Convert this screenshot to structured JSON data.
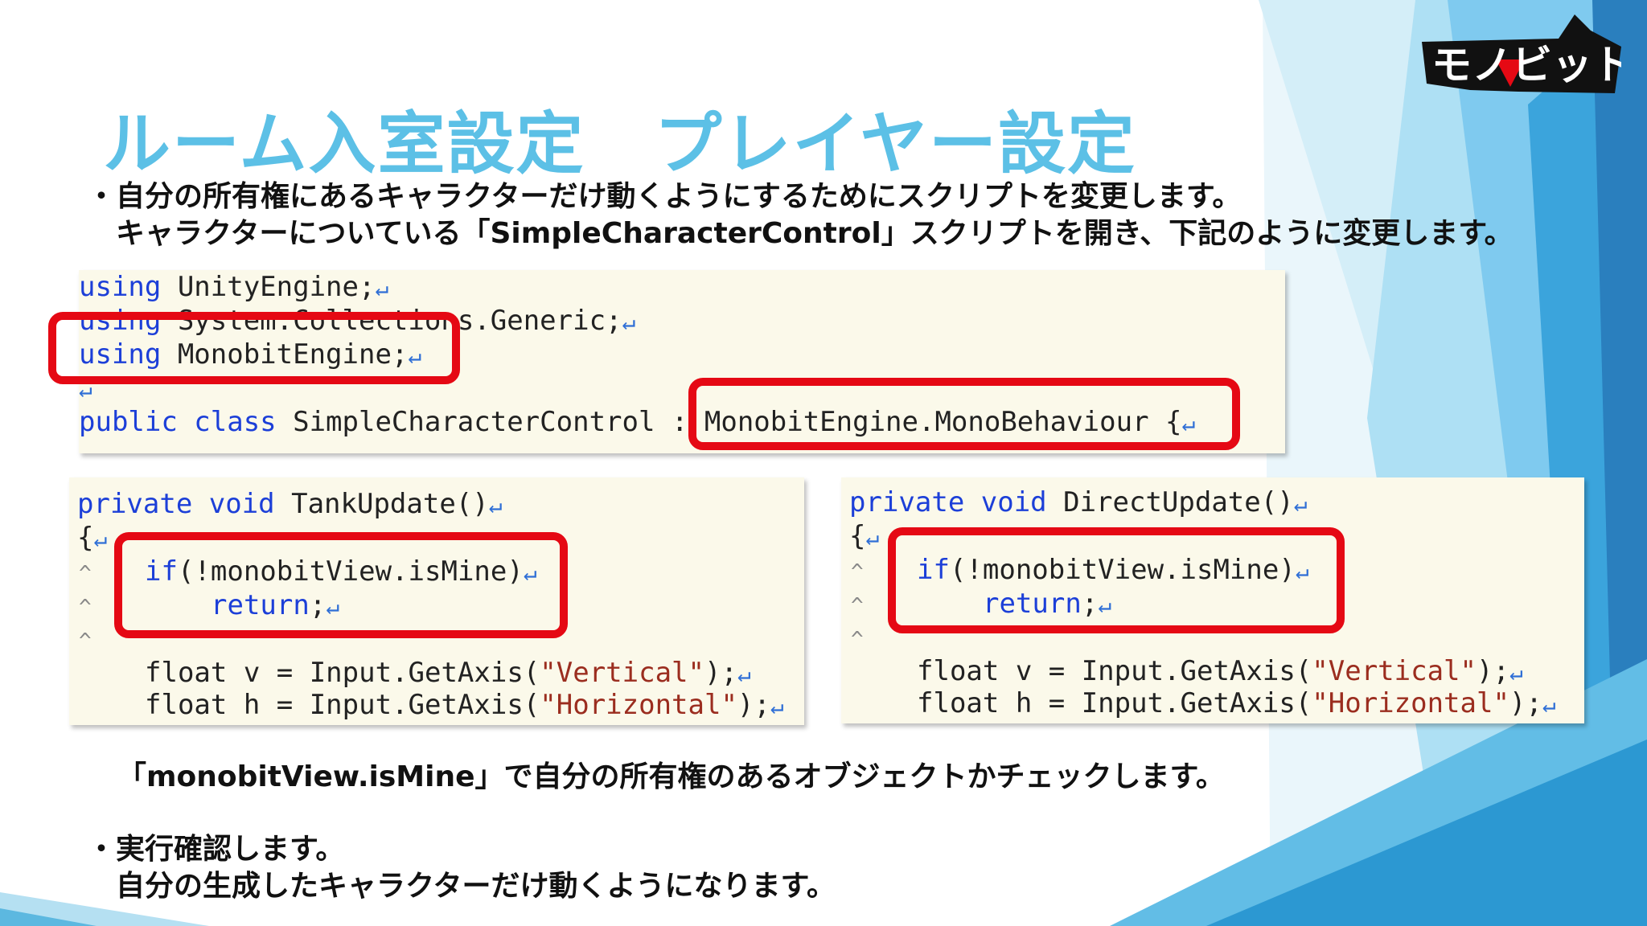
{
  "colors": {
    "title": "#5cc0e6",
    "highlight": "#e50914",
    "code_bg": "#fbf9ea",
    "keyword": "#1c3fd8",
    "string": "#9b2d1f"
  },
  "logo": {
    "text": "モノビット"
  },
  "title": "ルーム入室設定　プレイヤー設定",
  "intro": {
    "line1": "・自分の所有権にあるキャラクターだけ動くようにするためにスクリプトを変更します。",
    "line2": "　キャラクターについている「SimpleCharacterControl」スクリプトを開き、下記のように変更します。"
  },
  "code_top": {
    "l1_kw": "using",
    "l1_rest": " UnityEngine;",
    "l2_kw": "using",
    "l2_rest": " System.Collections.Generic;",
    "l3_kw": "using",
    "l3_rest": " MonobitEngine;",
    "l5_kw": "public class",
    "l5_rest": " SimpleCharacterControl",
    "l5_base": ": MonobitEngine.MonoBehaviour {"
  },
  "code_left": {
    "sig_kw": "private void",
    "sig_rest": " TankUpdate()",
    "brace": "{",
    "if_kw": "if",
    "if_rest": "(!monobitView.isMine)",
    "ret_kw": "return",
    "ret_rest": ";",
    "v_pre": "float v = Input.GetAxis(",
    "v_str": "\"Vertical\"",
    "v_post": ");",
    "h_pre": "float h = Input.GetAxis(",
    "h_str": "\"Horizontal\"",
    "h_post": ");"
  },
  "code_right": {
    "sig_kw": "private void",
    "sig_rest": " DirectUpdate()",
    "brace": "{",
    "if_kw": "if",
    "if_rest": "(!monobitView.isMine)",
    "ret_kw": "return",
    "ret_rest": ";",
    "v_pre": "float v = Input.GetAxis(",
    "v_str": "\"Vertical\"",
    "v_post": ");",
    "h_pre": "float h = Input.GetAxis(",
    "h_str": "\"Horizontal\"",
    "h_post": ");"
  },
  "marks": {
    "return": "↵",
    "caret": "^"
  },
  "note": "「monobitView.isMine」で自分の所有権のあるオブジェクトかチェックします。",
  "outro": {
    "line1": "・実行確認します。",
    "line2": "　自分の生成したキャラクターだけ動くようになります。"
  }
}
